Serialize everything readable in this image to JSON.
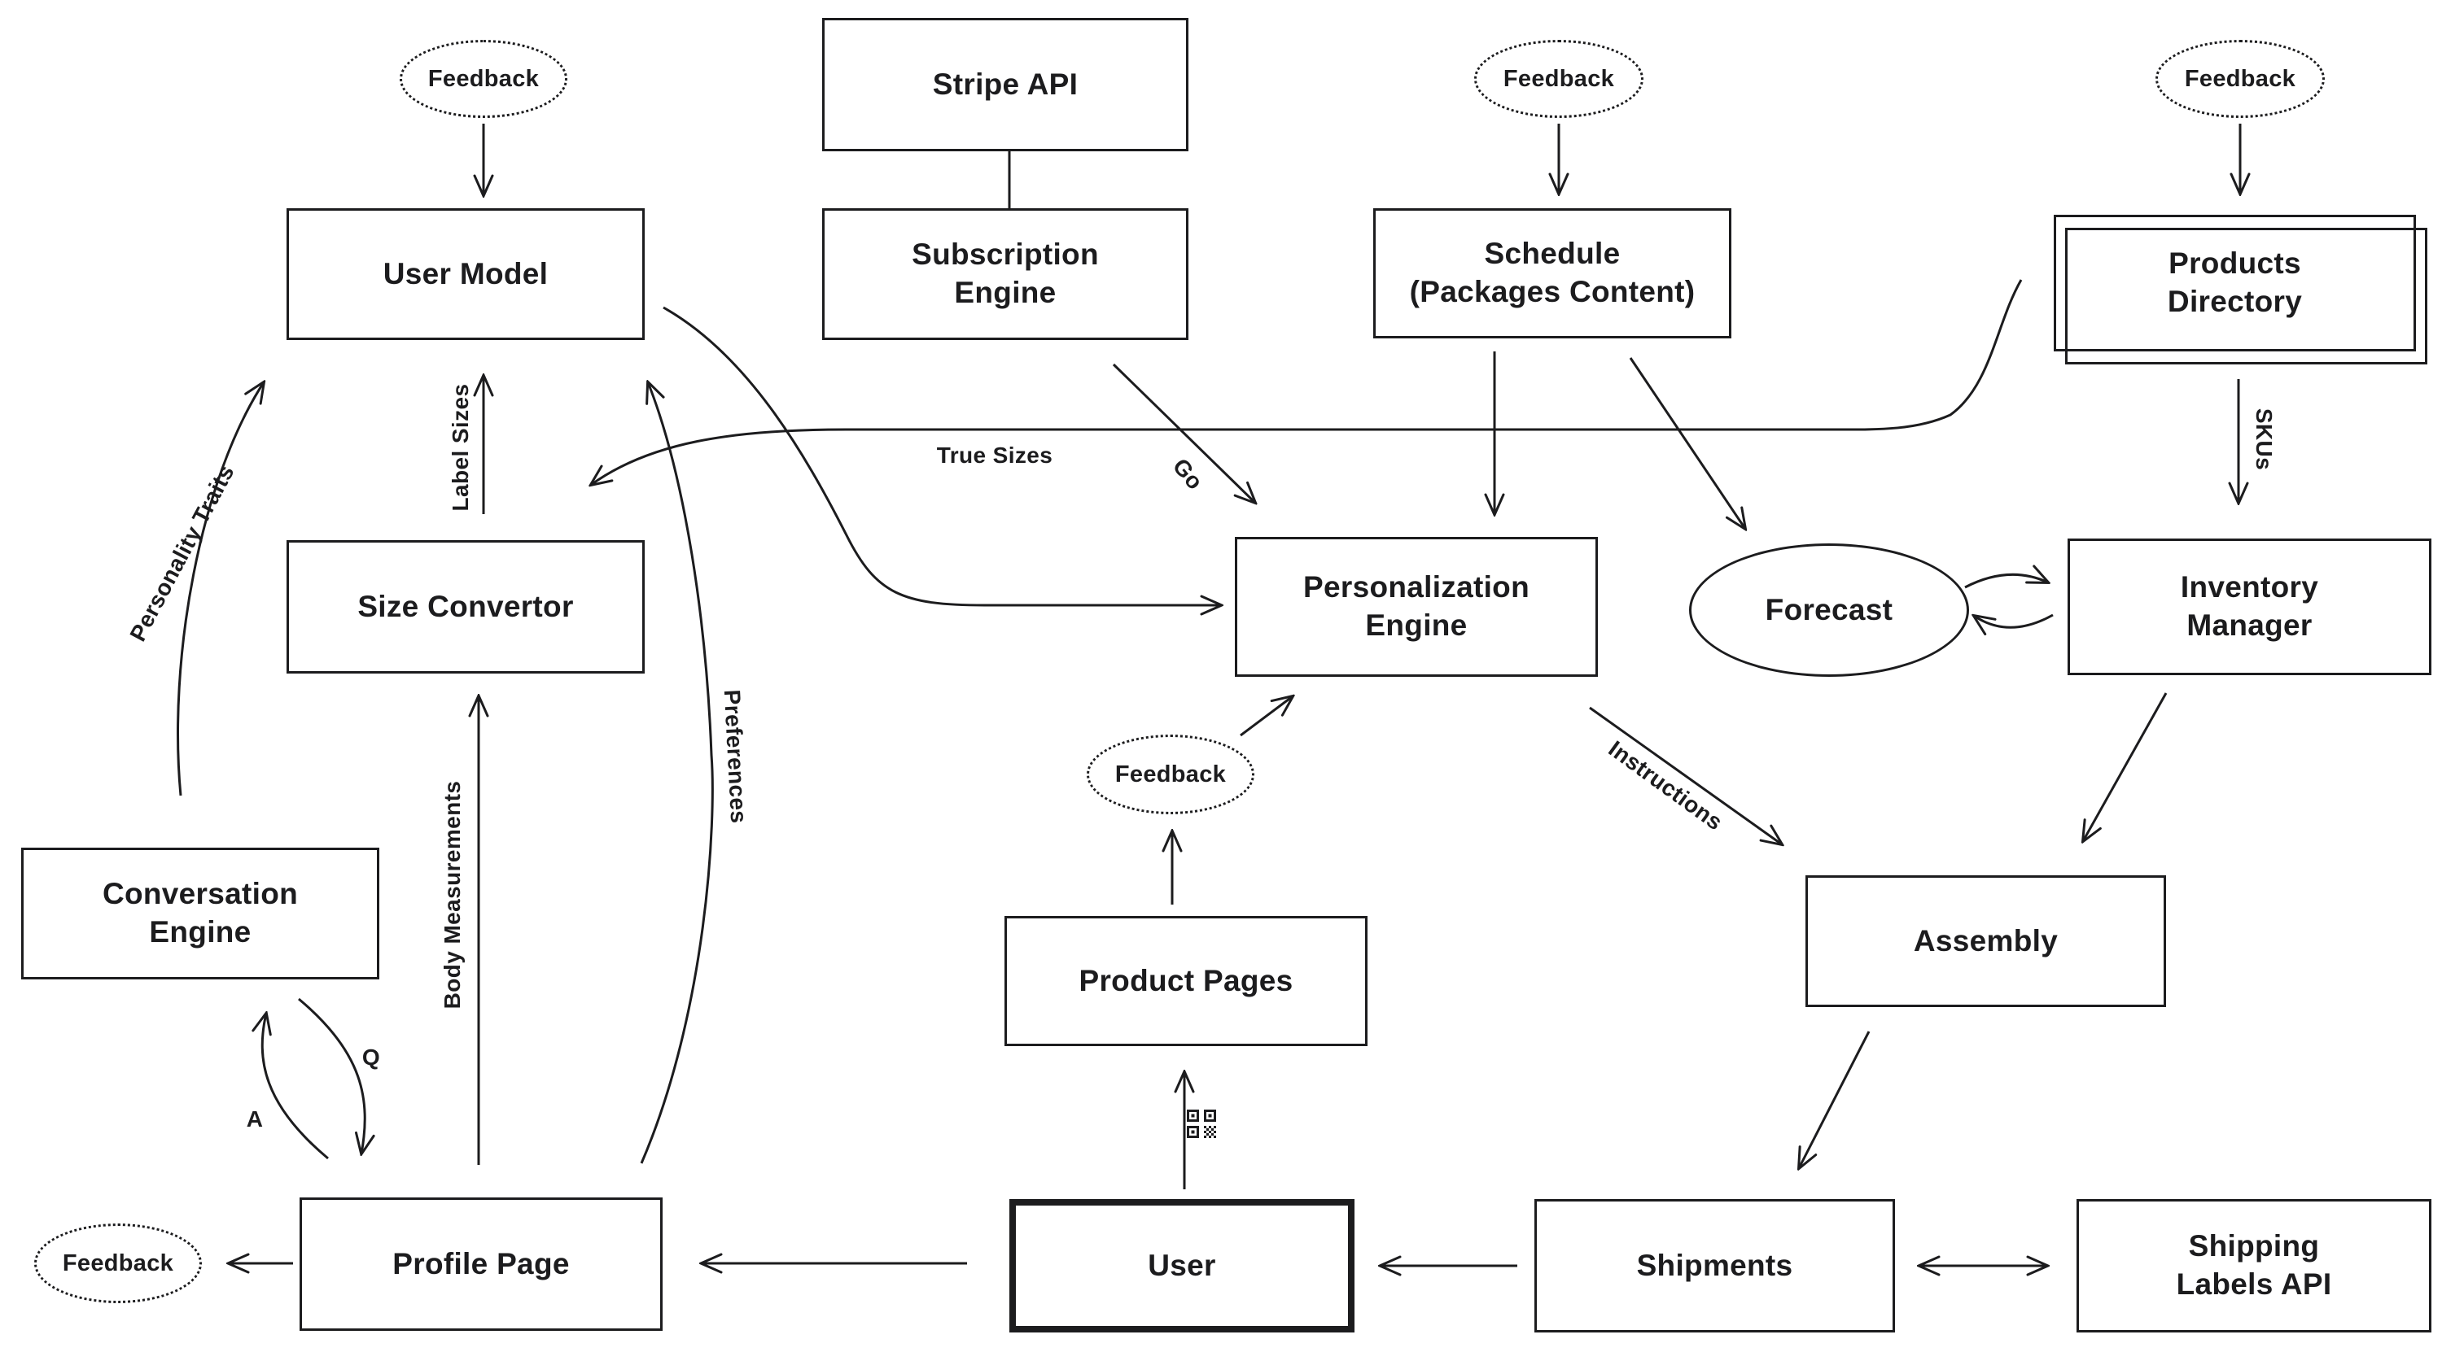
{
  "nodes": {
    "user_model": "User Model",
    "stripe_api": "Stripe API",
    "subscription_engine": "Subscription\nEngine",
    "schedule": "Schedule\n(Packages Content)",
    "products_directory": "Products\nDirectory",
    "size_convertor": "Size Convertor",
    "personalization_engine": "Personalization\nEngine",
    "forecast": "Forecast",
    "inventory_manager": "Inventory\nManager",
    "conversation_engine": "Conversation\nEngine",
    "product_pages": "Product Pages",
    "assembly": "Assembly",
    "profile_page": "Profile Page",
    "user": "User",
    "shipments": "Shipments",
    "shipping_labels_api": "Shipping\nLabels API"
  },
  "feedback_labels": [
    "Feedback",
    "Feedback",
    "Feedback",
    "Feedback",
    "Feedback"
  ],
  "edge_labels": {
    "personality_traits": "Personality Traits",
    "label_sizes": "Label Sizes",
    "true_sizes": "True Sizes",
    "go": "Go",
    "preferences": "Preferences",
    "body_measurements": "Body Measurements",
    "skus": "SKUs",
    "instructions": "Instructions",
    "question": "Q",
    "answer": "A"
  },
  "icons": {
    "qr_code": "qr-code"
  },
  "colors": {
    "ink": "#1c1c1e",
    "background": "#ffffff"
  }
}
